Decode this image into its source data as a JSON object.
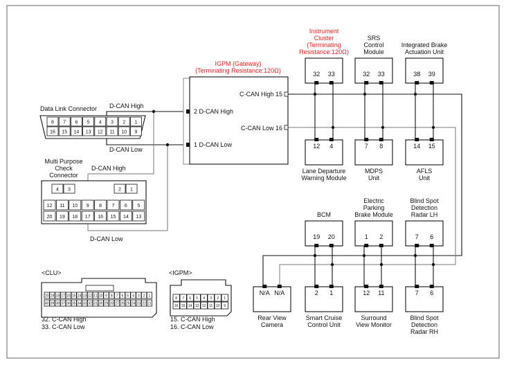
{
  "gateway": {
    "title": "IGPM (Gateway)",
    "subtitle": "(Terminating Resistance:120Ω)",
    "pin_chigh": "C-CAN High 15",
    "pin_clow": "C-CAN Low 16",
    "pin_dhigh": "2 D-CAN High",
    "pin_dlow": "1 D-CAN Low"
  },
  "dlc": {
    "title": "Data Link Connector",
    "dhigh": "D-CAN High",
    "dlow": "D-CAN Low",
    "row1": [
      "8",
      "7",
      "6",
      "5",
      "4",
      "3",
      "2",
      "1"
    ],
    "row2": [
      "16",
      "15",
      "14",
      "13",
      "12",
      "11",
      "10",
      "9"
    ]
  },
  "mpc": {
    "title1": "Multi Purpose",
    "title2": "Check",
    "title3": "Connector",
    "dhigh": "D-CAN High",
    "dlow": "D-CAN Low",
    "top_left": [
      "4",
      "3"
    ],
    "top_right": [
      "2",
      "1"
    ],
    "row1": [
      "12",
      "11",
      "10",
      "9",
      "8",
      "7",
      "6",
      "5"
    ],
    "row2": [
      "20",
      "19",
      "18",
      "17",
      "16",
      "15",
      "14",
      "13"
    ]
  },
  "modules_top": [
    {
      "name1": "Instrument",
      "name2": "Cluster",
      "name3": "(Terminating",
      "name4": "Resistance:120Ω)",
      "p1": "32",
      "p2": "33"
    },
    {
      "name1": "SRS",
      "name2": "Control",
      "name3": "Module",
      "p1": "32",
      "p2": "33"
    },
    {
      "name1": "Integrated Brake",
      "name2": "Actuation Unit",
      "p1": "38",
      "p2": "39"
    }
  ],
  "modules_mid": [
    {
      "name1": "Lane Departure",
      "name2": "Warning Module",
      "p1": "12",
      "p2": "4"
    },
    {
      "name1": "MDPS",
      "name2": "Unit",
      "p1": "7",
      "p2": "8"
    },
    {
      "name1": "AFLS",
      "name2": "Unit",
      "p1": "14",
      "p2": "15"
    }
  ],
  "modules_row3": [
    {
      "name1": "BCM",
      "p1": "19",
      "p2": "20"
    },
    {
      "name1": "Electric",
      "name2": "Parking",
      "name3": "Brake Module",
      "p1": "1",
      "p2": "2"
    },
    {
      "name1": "Blind Spot",
      "name2": "Detection",
      "name3": "Radar LH",
      "p1": "7",
      "p2": "6"
    }
  ],
  "modules_bottom": [
    {
      "name1": "Rear View",
      "name2": "Camera",
      "p1": "N/A",
      "p2": "N/A"
    },
    {
      "name1": "Smart Cruise",
      "name2": "Control Unit",
      "p1": "2",
      "p2": "1"
    },
    {
      "name1": "Surround",
      "name2": "View Monitor",
      "p1": "12",
      "p2": "11"
    },
    {
      "name1": "Blind Spot",
      "name2": "Detection",
      "name3": "Radar RH",
      "p1": "7",
      "p2": "6"
    }
  ],
  "legend_clu": {
    "title": "<CLU>",
    "line1": "32. C-CAN High",
    "line2": "33. C-CAN Low",
    "row1": [
      "20",
      "19",
      "18",
      "17",
      "16",
      "15",
      "14",
      "13",
      "12",
      "11",
      "10",
      "9",
      "8",
      "7",
      "6",
      "5",
      "4",
      "3",
      "2",
      "1"
    ],
    "row2": [
      "40",
      "39",
      "38",
      "37",
      "36",
      "35",
      "34",
      "33",
      "32",
      "31",
      "30",
      "29",
      "28",
      "27",
      "26",
      "25",
      "24",
      "23",
      "22",
      "21"
    ]
  },
  "legend_igpm": {
    "title": "<IGPM>",
    "line1": "15. C-CAN High",
    "line2": "16. C-CAN Low",
    "row1": [
      "8",
      "7",
      "6",
      "5",
      "4",
      "3",
      "2",
      "1"
    ],
    "row2": [
      "16",
      "15",
      "14",
      "13",
      "12",
      "11",
      "10",
      "9"
    ]
  }
}
